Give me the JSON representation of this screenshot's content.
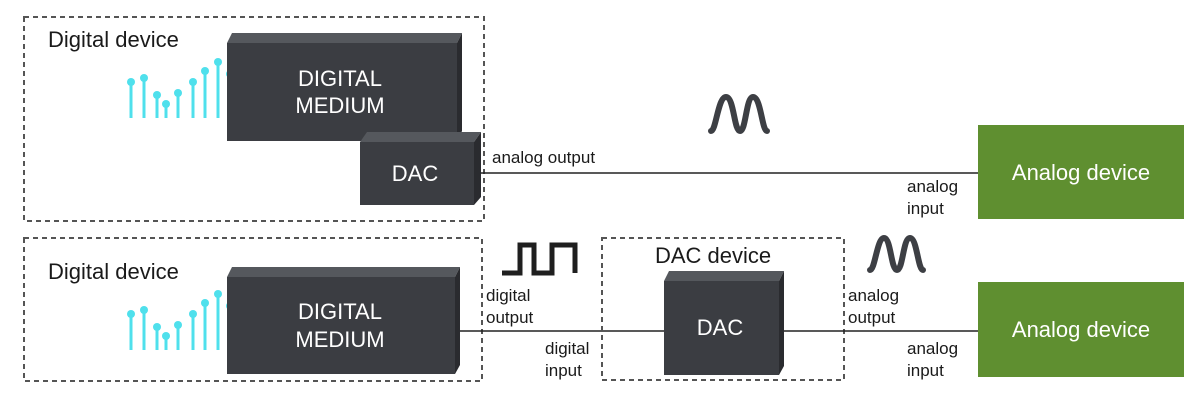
{
  "colors": {
    "box_front": "#3b3d42",
    "box_top": "#55585d",
    "box_side": "#2a2b2f",
    "analog_box": "#5f8f30",
    "sample_stems": "#4fe0ec",
    "wire": "#222222",
    "dashed_border": "#555555",
    "waveform": "#3d3f44"
  },
  "top": {
    "group_label": "Digital device",
    "medium_line1": "DIGITAL",
    "medium_line2": "MEDIUM",
    "dac_label": "DAC",
    "wire_label": "analog output",
    "analog_box_label": "Analog device",
    "analog_input_line1": "analog",
    "analog_input_line2": "input",
    "waveform_icon": "analog-wave-icon",
    "samples_icon": "sample-stems-icon"
  },
  "bottom": {
    "group_label": "Digital device",
    "medium_line1": "DIGITAL",
    "medium_line2": "MEDIUM",
    "digital_output_line1": "digital",
    "digital_output_line2": "output",
    "digital_input_line1": "digital",
    "digital_input_line2": "input",
    "dac_group_label": "DAC device",
    "dac_label": "DAC",
    "analog_output_line1": "analog",
    "analog_output_line2": "output",
    "analog_box_label": "Analog device",
    "analog_input_line1": "analog",
    "analog_input_line2": "input",
    "square_wave_icon": "square-wave-icon",
    "waveform_icon": "analog-wave-icon",
    "samples_icon": "sample-stems-icon"
  }
}
